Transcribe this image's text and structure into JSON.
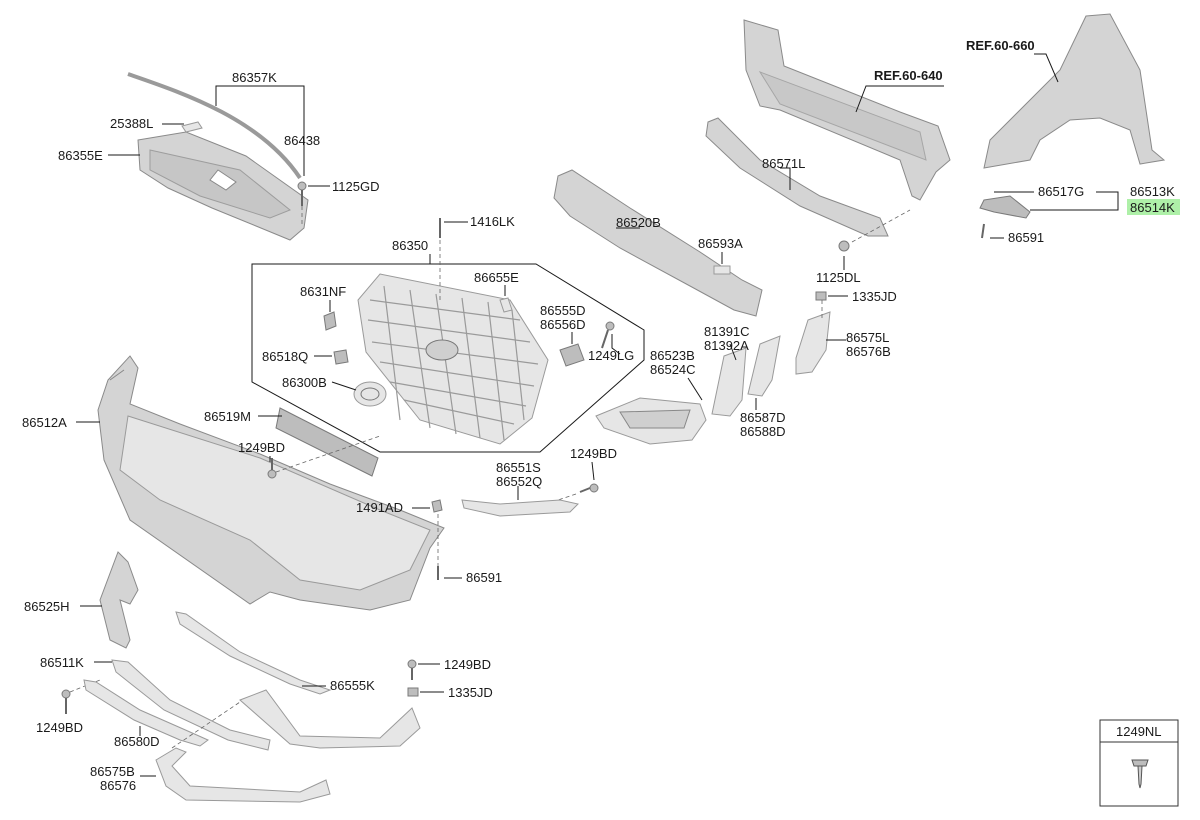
{
  "labels": {
    "l86357K": "86357K",
    "l25388L": "25388L",
    "l86438": "86438",
    "l86355E": "86355E",
    "l1125GD": "1125GD",
    "l1416LK": "1416LK",
    "l86350": "86350",
    "l8631NF": "8631NF",
    "l86655E": "86655E",
    "l86555D": "86555D",
    "l86556D": "86556D",
    "l1249LG": "1249LG",
    "l86518Q": "86518Q",
    "l86300B": "86300B",
    "l86512A": "86512A",
    "l86519M": "86519M",
    "l1249BD_a": "1249BD",
    "l86520B": "86520B",
    "l86593A": "86593A",
    "l86571L": "86571L",
    "lREF60640": "REF.60-640",
    "lREF60660": "REF.60-660",
    "l86517G": "86517G",
    "l86513K": "86513K",
    "l86514K": "86514K",
    "l86591_a": "86591",
    "l1125DL": "1125DL",
    "l1335JD_a": "1335JD",
    "l86575L": "86575L",
    "l86576B": "86576B",
    "l81391C": "81391C",
    "l81392A": "81392A",
    "l86523B": "86523B",
    "l86524C": "86524C",
    "l86587D": "86587D",
    "l86588D": "86588D",
    "l1249BD_b": "1249BD",
    "l86551S": "86551S",
    "l86552Q": "86552Q",
    "l1491AD": "1491AD",
    "l86591_b": "86591",
    "l86525H": "86525H",
    "l86511K": "86511K",
    "l86555K": "86555K",
    "l1249BD_c": "1249BD",
    "l1335JD_b": "1335JD",
    "l1249BD_d": "1249BD",
    "l86580D": "86580D",
    "l86575B": "86575B",
    "l86576": "86576",
    "l1249NL": "1249NL"
  },
  "highlight_color": "#aef0a8"
}
